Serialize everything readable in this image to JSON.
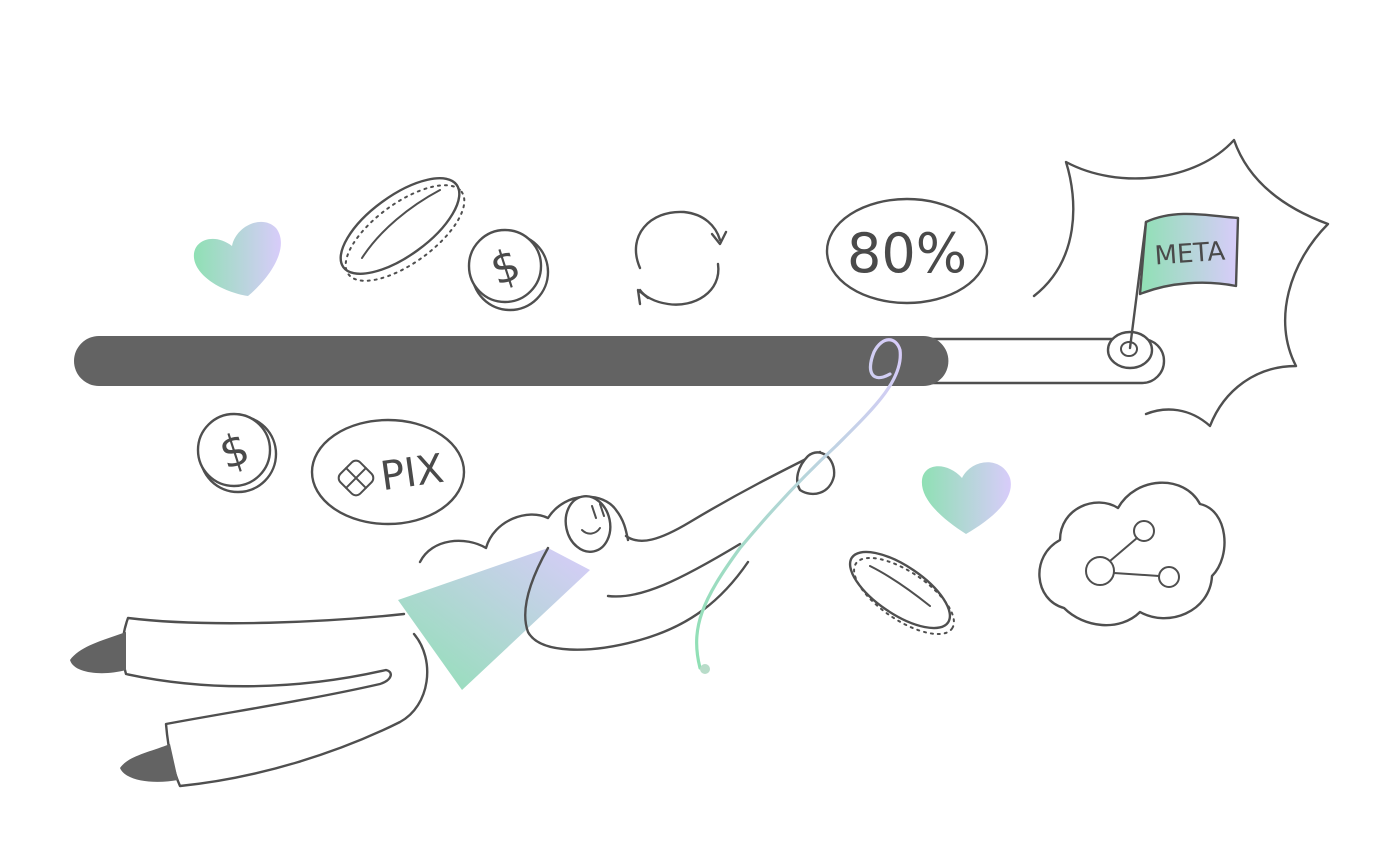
{
  "illustration": {
    "progress_fraction": 0.8,
    "percent_badge_text": "80%",
    "goal_flag_text": "META",
    "payment_badge_text": "PIX",
    "dollar_glyph": "$"
  },
  "colors": {
    "ink": "#4f4f4f",
    "bar_fill": "#636363",
    "gradient_green": "#8fe0b4",
    "gradient_lavender": "#d8ccfa",
    "background": "#ffffff"
  },
  "icons": [
    "heart-icon",
    "coin-icon",
    "dollar-coin-icon",
    "refresh-cycle-icon",
    "percent-badge-icon",
    "goal-flag-icon",
    "pix-badge-icon",
    "share-cloud-icon",
    "person-figure"
  ]
}
